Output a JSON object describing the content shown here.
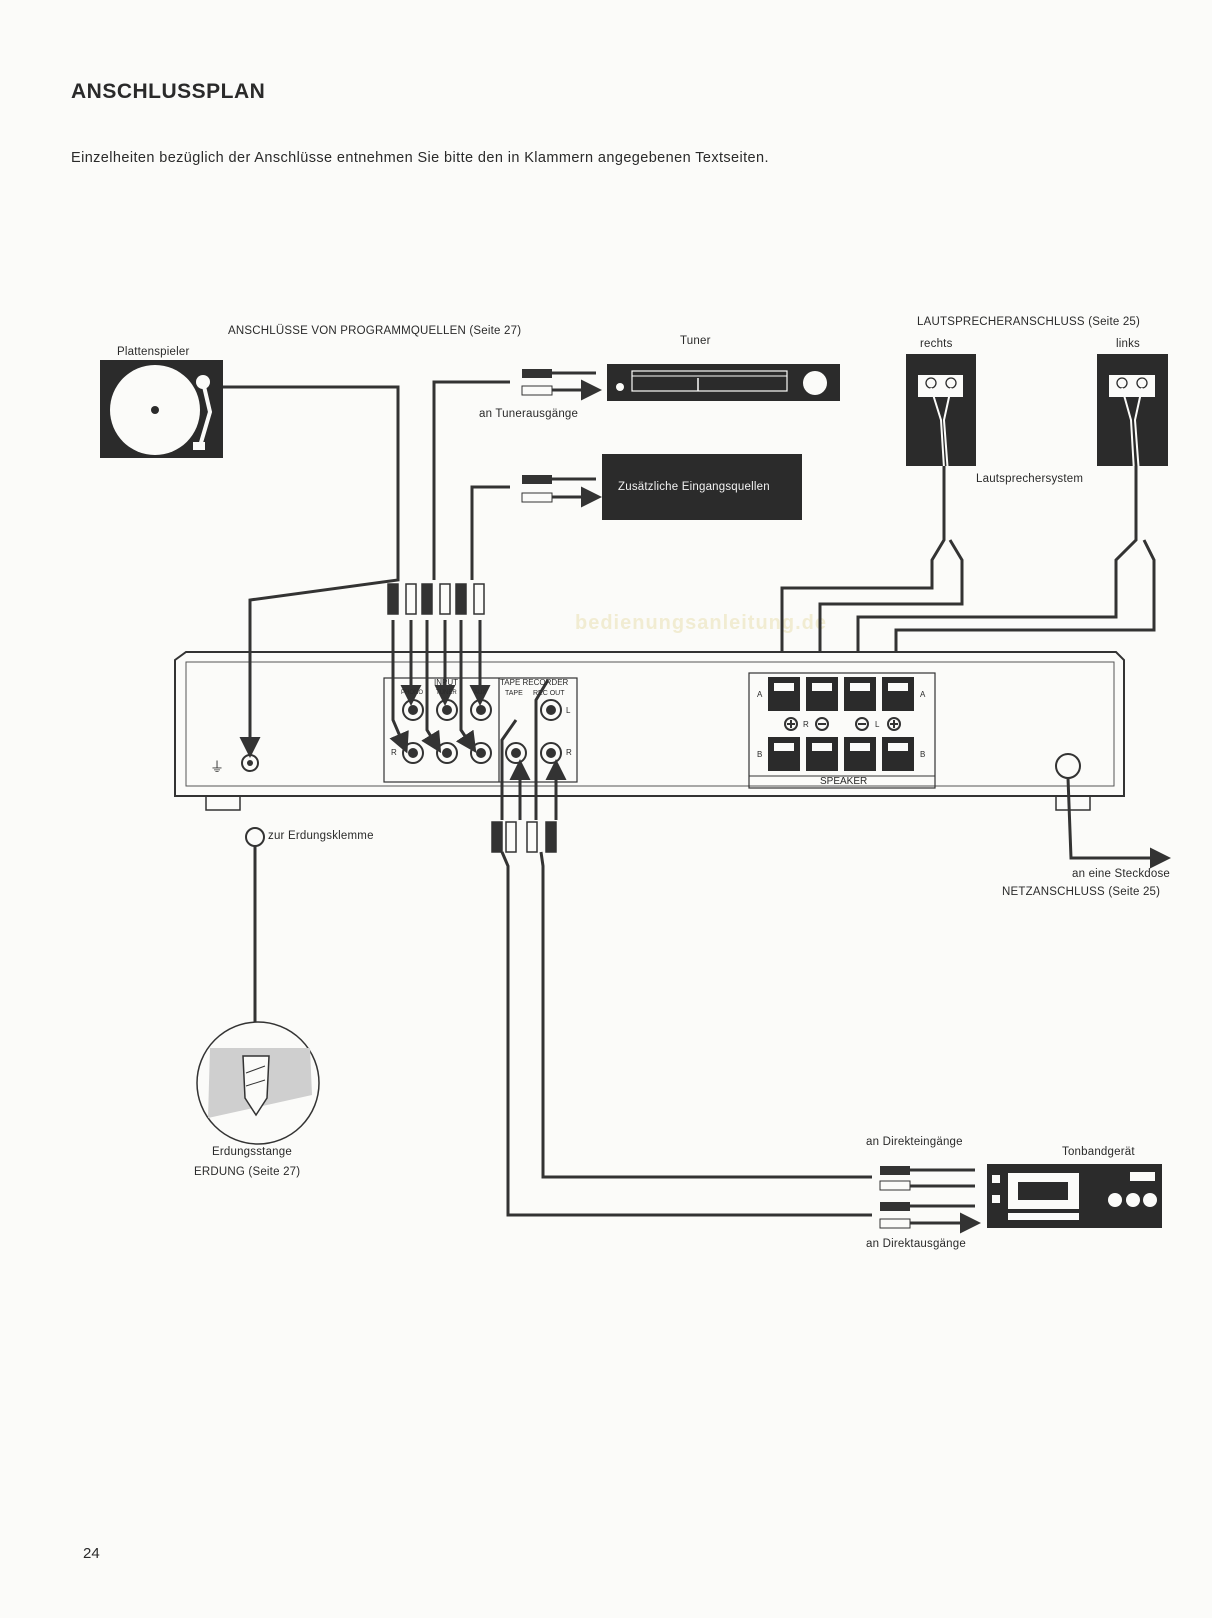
{
  "page": {
    "title": "ANSCHLUSSPLAN",
    "intro": "Einzelheiten bezüglich der Anschlüsse entnehmen Sie bitte den in Klammern angegebenen Textseiten.",
    "page_number": "24",
    "watermark": "bedienungsanleitung.de"
  },
  "sources": {
    "heading": "ANSCHLÜSSE VON PROGRAMMQUELLEN (Seite 27)",
    "turntable": "Plattenspieler",
    "tuner": "Tuner",
    "tuner_outputs": "an Tunerausgänge",
    "aux_sources": "Zusätzliche Eingangsquellen"
  },
  "speakers": {
    "heading": "LAUTSPRECHERANSCHLUSS (Seite 25)",
    "right": "rechts",
    "left": "links",
    "system": "Lautsprechersystem"
  },
  "amplifier": {
    "input": "INPUT",
    "phono": "PHONO",
    "tuner": "TUNER",
    "aux": "AUX",
    "tape_recorder": "TAPE RECORDER",
    "tape": "TAPE",
    "rec_out": "REC OUT",
    "l": "L",
    "r": "R",
    "a": "A",
    "b": "B",
    "speaker": "SPEAKER"
  },
  "ground": {
    "terminal": "zur Erdungsklemme",
    "rod": "Erdungsstange",
    "heading": "ERDUNG (Seite 27)"
  },
  "mains": {
    "outlet": "an eine Steckdose",
    "heading": "NETZANSCHLUSS (Seite 25)"
  },
  "tape_deck": {
    "name": "Tonbandgerät",
    "direct_inputs": "an Direkteingänge",
    "direct_outputs": "an Direktausgänge"
  }
}
